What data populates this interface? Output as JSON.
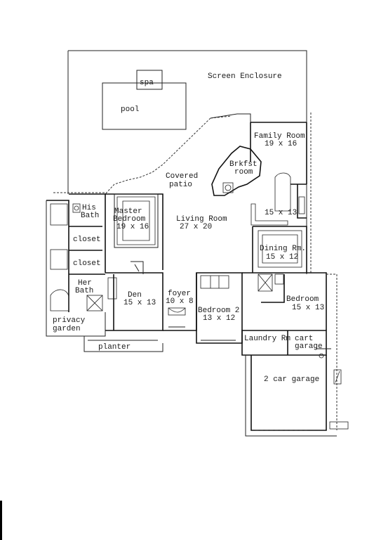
{
  "labels": {
    "screen_enclosure": "Screen Enclosure",
    "spa": "spa",
    "pool": "pool",
    "family_room": "Family Room",
    "family_room_size": "19 x 16",
    "brkfst": "Brkfst",
    "room": "room",
    "covered": "Covered",
    "patio": "patio",
    "his": "His",
    "bath": "Bath",
    "master": "Master",
    "bedroom": "Bedroom",
    "master_size": "19 x 16",
    "living_room": "Living Room",
    "living_size": "27 x 20",
    "kitchen_size": "15 x 13",
    "closet_1": "closet",
    "closet_2": "closet",
    "dining": "Dining Rm.",
    "dining_size": "15 x 12",
    "her": "Her",
    "her_bath": "Bath",
    "den": "Den",
    "den_size": "15 x 13",
    "foyer": "foyer",
    "foyer_size": "10 x 8",
    "bedroom2": "Bedroom 2",
    "bedroom2_size": "13 x 12",
    "bedroom3": "Bedroom",
    "bedroom3_size": "15 x 13",
    "privacy": "privacy",
    "garden": "garden",
    "planter": "planter",
    "laundry": "Laundry Rm",
    "cart": "cart",
    "cart_garage": "garage",
    "garage": "2 car garage"
  }
}
